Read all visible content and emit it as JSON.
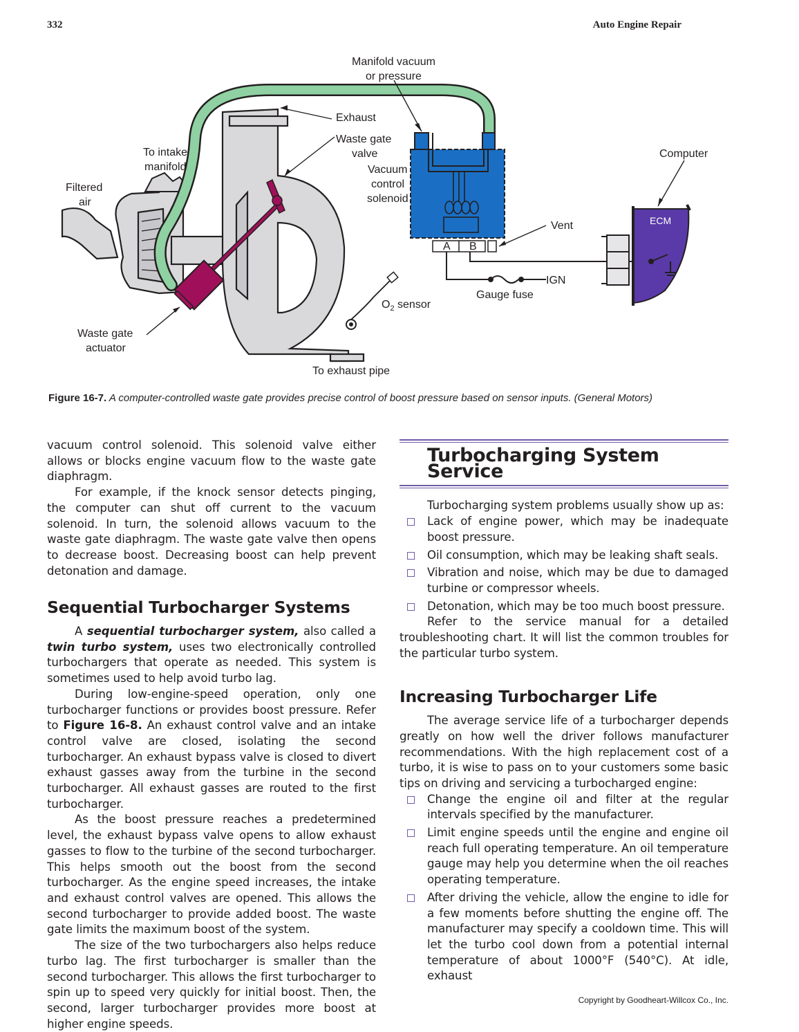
{
  "header": {
    "page_number": "332",
    "book_title": "Auto Engine Repair"
  },
  "figure": {
    "labels": {
      "manifold_vacuum_1": "Manifold vacuum",
      "manifold_vacuum_2": "or pressure",
      "exhaust": "Exhaust",
      "waste_gate_valve_1": "Waste gate",
      "waste_gate_valve_2": "valve",
      "to_intake_1": "To intake",
      "to_intake_2": "manifold",
      "filtered_air_1": "Filtered",
      "filtered_air_2": "air",
      "vacuum_solenoid_1": "Vacuum",
      "vacuum_solenoid_2": "control",
      "vacuum_solenoid_3": "solenoid",
      "computer": "Computer",
      "ecm": "ECM",
      "vent": "Vent",
      "terminal_a": "A",
      "terminal_b": "B",
      "ign": "IGN",
      "gauge_fuse": "Gauge fuse",
      "o2_sensor": "O",
      "o2_sub": "2",
      "o2_tail": " sensor",
      "waste_gate_actuator_1": "Waste gate",
      "waste_gate_actuator_2": "actuator",
      "to_exhaust_pipe": "To exhaust pipe"
    },
    "caption_label": "Figure 16-7.",
    "caption_text": " A computer-controlled waste gate provides precise control of boost pressure based on sensor inputs. (General Motors)"
  },
  "left_column": {
    "p1": "vacuum control solenoid. This solenoid valve either allows or blocks engine vacuum flow to the waste gate diaphragm.",
    "p2": "For example, if the knock sensor detects pinging, the computer can shut off current to the vacuum solenoid. In turn, the solenoid allows vacuum to the waste gate diaphragm. The waste gate valve then opens to decrease boost. Decreasing boost can help prevent detonation and damage.",
    "heading": "Sequential Turbocharger Systems",
    "p3_a": "A ",
    "p3_kw1": "sequential turbocharger system,",
    "p3_b": " also called a ",
    "p3_kw2": "twin turbo system,",
    "p3_c": " uses two electronically controlled turbochargers that operate as needed. This system is sometimes used to help avoid turbo lag.",
    "p4_a": "During low-engine-speed operation, only one turbocharger functions or provides boost pressure. Refer to ",
    "p4_ref": "Figure 16-8.",
    "p4_b": " An exhaust control valve and an intake control valve are closed, isolating the second turbocharger. An exhaust bypass valve is closed to divert exhaust gasses away from the turbine in the second turbocharger. All exhaust gasses are routed to the first turbocharger.",
    "p5": "As the boost pressure reaches a predetermined level, the exhaust bypass valve opens to allow exhaust gasses to flow to the turbine of the second turbocharger. This helps smooth out the boost from the second turbocharger. As the engine speed increases, the intake and exhaust control valves are opened. This allows the second turbocharger to provide added boost. The waste gate limits the maximum boost of the system.",
    "p6": "The size of the two turbochargers also helps reduce turbo lag. The first turbocharger is smaller than the second turbocharger. This allows the first turbocharger to spin up to speed very quickly for initial boost. Then, the second, larger turbocharger provides more boost at higher engine speeds."
  },
  "right_column": {
    "heading": "Turbocharging System Service",
    "intro": "Turbocharging system problems usually show up as:",
    "bullets": [
      "Lack of engine power, which may be inadequate boost pressure.",
      "Oil consumption, which may be leaking shaft seals.",
      "Vibration and noise, which may be due to damaged turbine or compressor wheels.",
      "Detonation, which may be too much boost pressure."
    ],
    "p_refer": "Refer to the service manual for a detailed troubleshooting chart. It will list the common troubles for the particular turbo system.",
    "heading2": "Increasing Turbocharger Life",
    "p_life": "The average service life of a turbocharger depends greatly on how well the driver follows manufacturer recommendations. With the high replacement cost of a turbo, it is wise to pass on to your customers some basic tips on driving and servicing a turbocharged engine:",
    "bullets2": [
      "Change the engine oil and filter at the regular intervals specified by the manufacturer.",
      "Limit engine speeds until the engine and engine oil reach full operating temperature. An oil temperature gauge may help you determine when the oil reaches operating temperature.",
      "After driving the vehicle, allow the engine to idle for a few moments before shutting the engine off. The manufacturer may specify a cooldown time. This will let the turbo cool down from a potential internal temperature of about 1000°F (540°C). At idle, exhaust"
    ]
  },
  "footer": {
    "copyright": "Copyright by Goodheart-Willcox Co., Inc."
  },
  "colors": {
    "accent_purple": "#6f5aa6",
    "hose_green": "#8fd1a2",
    "solenoid_blue": "#1a6fc4",
    "actuator_magenta": "#a0105a",
    "ecm_purple": "#5a3aa8"
  }
}
